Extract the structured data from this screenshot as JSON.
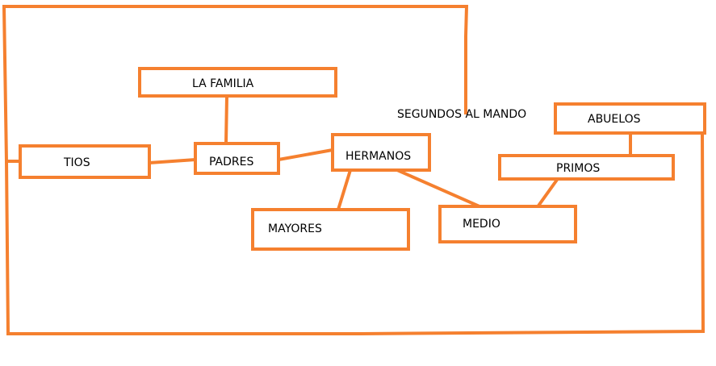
{
  "diagram": {
    "accent_color": "#f5802f",
    "text_color": "#000000",
    "nodes": {
      "la_familia": "LA FAMILIA",
      "padres": "PADRES",
      "tios": "TIOS",
      "hermanos": "HERMANOS",
      "mayores": "MAYORES",
      "medio": "MEDIO",
      "primos": "PRIMOS",
      "abuelos": "ABUELOS"
    },
    "floating_label": "SEGUNDOS AL MANDO"
  }
}
